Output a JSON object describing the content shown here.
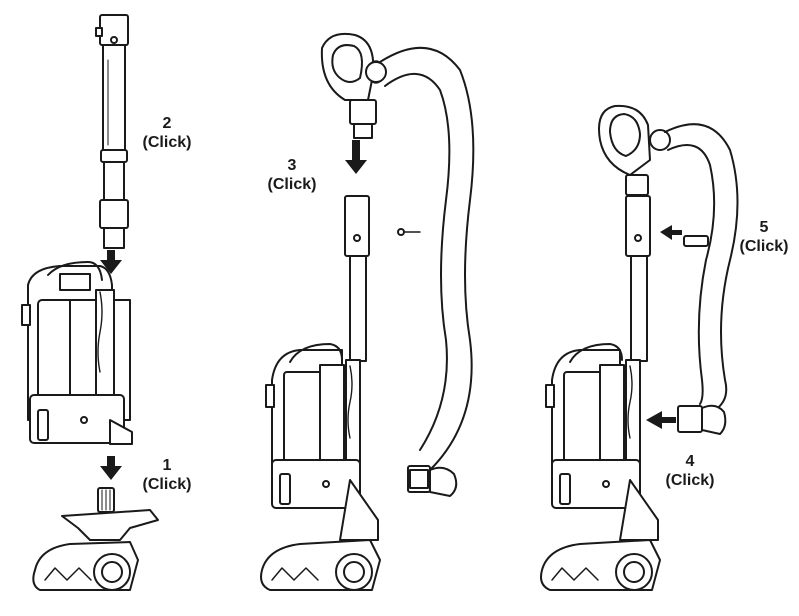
{
  "steps": [
    {
      "number": "1",
      "action": "(Click)"
    },
    {
      "number": "2",
      "action": "(Click)"
    },
    {
      "number": "3",
      "action": "(Click)"
    },
    {
      "number": "4",
      "action": "(Click)"
    },
    {
      "number": "5",
      "action": "(Click)"
    }
  ],
  "colors": {
    "line": "#1a1a1a",
    "fill": "#ffffff",
    "shade": "#e6e6e6"
  }
}
